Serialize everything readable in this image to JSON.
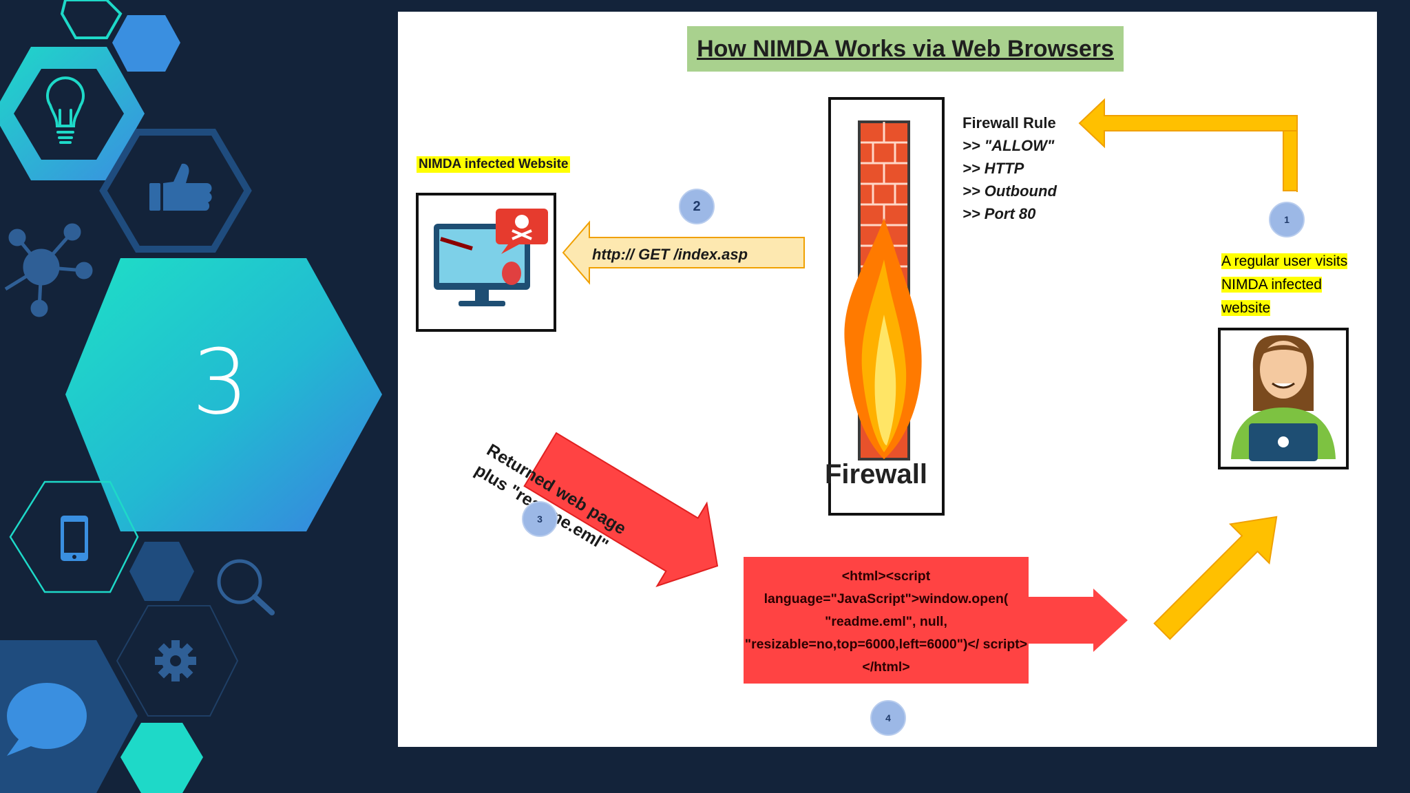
{
  "slide": {
    "number": "3"
  },
  "sidebar_icons": [
    "lightbulb-icon",
    "thumbs-up-icon",
    "network-icon",
    "phone-icon",
    "search-icon",
    "gear-icon",
    "chat-bubble-icon"
  ],
  "colors": {
    "background": "#13233a",
    "teal": "#1ed9c8",
    "blue": "#3a8fe0",
    "title_bg": "#a9d18e",
    "highlight": "#ffff00",
    "red_box": "#ff4343",
    "orange_arrow": "#ffc000"
  },
  "diagram": {
    "title": "How NIMDA Works via Web Browsers",
    "infected_site_label": "NIMDA infected Website",
    "firewall_rule": {
      "heading": "Firewall Rule",
      "lines": [
        ">> \"ALLOW\"",
        ">> HTTP",
        ">> Outbound",
        ">> Port 80"
      ]
    },
    "firewall_label": "Firewall",
    "user_label": "A regular user visits NIMDA infected website",
    "get_request": "http:// GET /index.asp",
    "returned_text": "Returned web page plus \"readme.eml\"",
    "script_text": "<html><script language=\"JavaScript\">window.open( \"readme.eml\", null, \"resizable=no,top=6000,left=6000\")</ script></html>",
    "steps": [
      "1",
      "2",
      "3",
      "4"
    ]
  }
}
